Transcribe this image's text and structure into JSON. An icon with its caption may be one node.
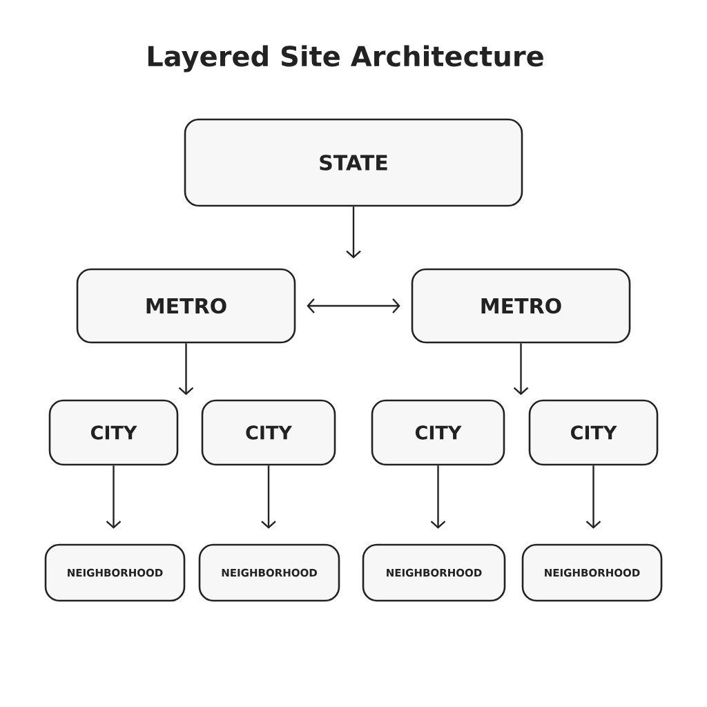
{
  "diagram": {
    "title": "Layered Site Architecture",
    "nodes": [
      {
        "text": [
          "STATE"
        ]
      },
      {
        "text": [
          "METRO"
        ]
      },
      {
        "text": [
          "METRO"
        ]
      },
      {
        "text": [
          "CITY"
        ]
      },
      {
        "text": [
          "CITY"
        ]
      },
      {
        "text": [
          "CITY"
        ]
      },
      {
        "text": [
          "CITY"
        ]
      },
      {
        "text": [
          "NEIGHBORHOOD"
        ]
      },
      {
        "text": [
          "NEIGHBORHOOD"
        ]
      },
      {
        "text": [
          "NEIGHBORHOOD"
        ]
      },
      {
        "text": [
          "NEIGHBORHOOD"
        ]
      }
    ],
    "edges": [
      {
        "from": 0,
        "to": null,
        "arrow": "to"
      },
      {
        "from": 1,
        "to": 2,
        "arrow": "both"
      },
      {
        "from": 1,
        "to": null,
        "arrow": "to"
      },
      {
        "from": 2,
        "to": null,
        "arrow": "to"
      },
      {
        "from": 3,
        "to": 7,
        "arrow": "to"
      },
      {
        "from": 4,
        "to": 8,
        "arrow": "to"
      },
      {
        "from": 5,
        "to": 9,
        "arrow": "to"
      },
      {
        "from": 6,
        "to": 10,
        "arrow": "to"
      }
    ]
  }
}
